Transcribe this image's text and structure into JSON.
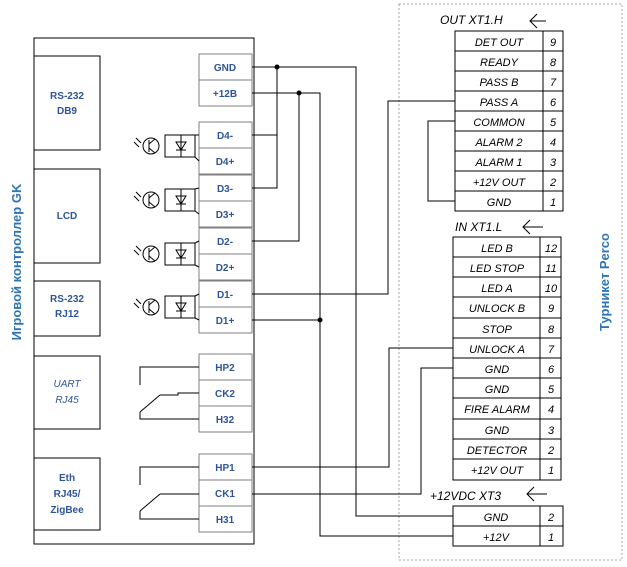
{
  "controller": {
    "title": "Игровой контроллер GK",
    "modules": [
      {
        "line1": "RS-232",
        "line2": "DB9",
        "italic": false
      },
      {
        "line1": "LCD",
        "line2": "",
        "italic": false
      },
      {
        "line1": "RS-232",
        "line2": "RJ12",
        "italic": false
      },
      {
        "line1": "UART",
        "line2": "RJ45",
        "italic": true
      },
      {
        "line1": "Eth",
        "line2": "RJ45/",
        "line3": "ZigBee",
        "italic": false
      }
    ],
    "power_terminals": [
      "GND",
      "+12B"
    ],
    "io_terminals": [
      "D4-",
      "D4+",
      "D3-",
      "D3+",
      "D2-",
      "D2+",
      "D1-",
      "D1+"
    ],
    "relay1_terminals": [
      "HP2",
      "CK2",
      "H32"
    ],
    "relay2_terminals": [
      "HP1",
      "CK1",
      "H31"
    ]
  },
  "turnstile": {
    "title": "Турникет Perco",
    "xt1h": {
      "header": "OUT  XT1.H",
      "rows": [
        {
          "label": "DET OUT",
          "pin": "9"
        },
        {
          "label": "READY",
          "pin": "8"
        },
        {
          "label": "PASS B",
          "pin": "7"
        },
        {
          "label": "PASS A",
          "pin": "6"
        },
        {
          "label": "COMMON",
          "pin": "5"
        },
        {
          "label": "ALARM 2",
          "pin": "4"
        },
        {
          "label": "ALARM 1",
          "pin": "3"
        },
        {
          "label": "+12V OUT",
          "pin": "2"
        },
        {
          "label": "GND",
          "pin": "1"
        }
      ]
    },
    "xt1l": {
      "header": "IN   XT1.L",
      "rows": [
        {
          "label": "LED B",
          "pin": "12"
        },
        {
          "label": "LED STOP",
          "pin": "11"
        },
        {
          "label": "LED A",
          "pin": "10"
        },
        {
          "label": "UNLOCK B",
          "pin": "9"
        },
        {
          "label": "STOP",
          "pin": "8"
        },
        {
          "label": "UNLOCK A",
          "pin": "7"
        },
        {
          "label": "GND",
          "pin": "6"
        },
        {
          "label": "GND",
          "pin": "5"
        },
        {
          "label": "FIRE ALARM",
          "pin": "4"
        },
        {
          "label": "GND",
          "pin": "3"
        },
        {
          "label": "DETECTOR",
          "pin": "2"
        },
        {
          "label": "+12V OUT",
          "pin": "1"
        }
      ]
    },
    "xt3": {
      "header": "+12VDC  XT3",
      "rows": [
        {
          "label": "GND",
          "pin": "2"
        },
        {
          "label": "+12V",
          "pin": "1"
        }
      ]
    }
  }
}
